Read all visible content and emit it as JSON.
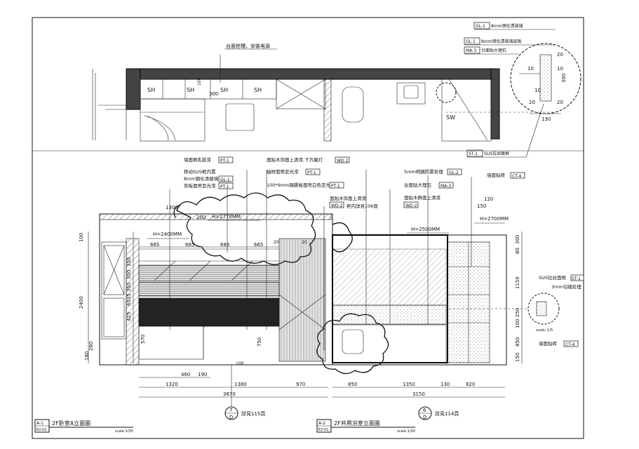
{
  "top_plan": {
    "note_countertop": "台面挖槽，安裝电源",
    "sh_labels": [
      "SH",
      "SH",
      "SH",
      "SH"
    ],
    "dim_300": "300",
    "dim_100": "100",
    "sw_label": "SW",
    "callouts": [
      {
        "code": "GL-1",
        "text": "8mm钢化清玻璃"
      },
      {
        "code": "GL-1",
        "text": "8mm钢化清玻璃层板"
      },
      {
        "code": "MA-3",
        "text": "台面贴大理石"
      },
      {
        "code": "ST-1",
        "text": "SUS拉丝面框"
      }
    ],
    "detail_dims": [
      "10",
      "10",
      "20",
      "300",
      "20",
      "20",
      "10",
      "130"
    ]
  },
  "elevation_a": {
    "notes": [
      {
        "text": "墙面刷乳胶漆",
        "code": "PT-1"
      },
      {
        "text": "移动SUS框内置",
        "code": ""
      },
      {
        "text": "8mm钢化清玻璃",
        "code": "GL-1"
      },
      {
        "text": "背板面喷亚光漆",
        "code": "PT-1"
      },
      {
        "text": "面贴木饰面上清漆,下方藏灯",
        "code": "WD-2"
      },
      {
        "text": "抽屉面喷亚光漆",
        "code": "PT-1"
      },
      {
        "text": "100*9mm踢脚板面喷白色亚光漆",
        "code": "PT-1"
      },
      {
        "text": "面贴木饰面上清漆",
        "code": "WD-2"
      },
      {
        "text": "柜内詳見106頁",
        "code": ""
      }
    ],
    "h_labels": [
      "H=2400MM",
      "H=2770MM"
    ],
    "top_dims": [
      "1300",
      "200",
      "665",
      "685",
      "685",
      "665",
      "20",
      "20"
    ],
    "left_dims": [
      "100",
      "350",
      "350",
      "350",
      "6035",
      "425",
      "2400",
      "570",
      "180",
      "260"
    ],
    "inner_dims": [
      "750"
    ],
    "bottom_dims_row1": [
      "460",
      "190"
    ],
    "bottom_dims_row2": [
      "1320",
      "1380",
      "970"
    ],
    "total_dim": "3670",
    "drawing_code_top": "A-1",
    "drawing_code_bottom": "E2-01",
    "drawing_title": "2F卧室A立面圖",
    "scale": "scale:1/30",
    "ref_top": "7",
    "ref_bottom": "D",
    "ref_text": "詳見115頁",
    "ref_100": "100"
  },
  "elevation_b": {
    "notes": [
      {
        "text": "5mm明鏡防雾处理",
        "code": "GL-2"
      },
      {
        "text": "台面貼大理石",
        "code": "MA-3"
      },
      {
        "text": "面貼木飾面上清漆",
        "code": "WD-2"
      },
      {
        "text": "墙面贴砖",
        "code": "CT-4"
      },
      {
        "text": "SUS拉丝面框",
        "code": "ST-1"
      },
      {
        "text": "3mm勾缝处理",
        "code": ""
      },
      {
        "text": "墙面贴砖",
        "code": "CT-4"
      }
    ],
    "h_labels": [
      "H=2500MM",
      "H=2700MM"
    ],
    "top_dims": [
      "150",
      "120"
    ],
    "right_dims": [
      "300",
      "80",
      "1150",
      "250",
      "100",
      "850",
      "150"
    ],
    "bottom_dims": [
      "850",
      "1350",
      "130",
      "820"
    ],
    "total_dim": "3150",
    "drawing_code_top": "A-2",
    "drawing_code_bottom": "E2-01",
    "drawing_title": "2F共用浴室立面圖",
    "scale": "scale:1/30",
    "ref_top": "6",
    "ref_bottom": "D",
    "ref_text": "詳見114頁",
    "detail_scale": "scale: 1/5"
  }
}
